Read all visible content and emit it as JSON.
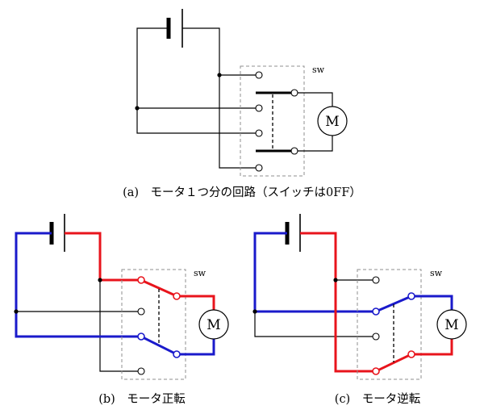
{
  "colors": {
    "red_wire": "#e8141c",
    "blue_wire": "#1a1acb",
    "wire": "#000000",
    "switch_enclosure": "#8f8f8f"
  },
  "diagram_a": {
    "caption": "(a)　モータ１つ分の回路（スイッチは0FF）",
    "switch_label": "sw",
    "motor_label": "M"
  },
  "diagram_b": {
    "caption": "(b)　モータ正転",
    "switch_label": "sw",
    "motor_label": "M"
  },
  "diagram_c": {
    "caption": "(c)　モータ逆転",
    "switch_label": "sw",
    "motor_label": "M"
  }
}
